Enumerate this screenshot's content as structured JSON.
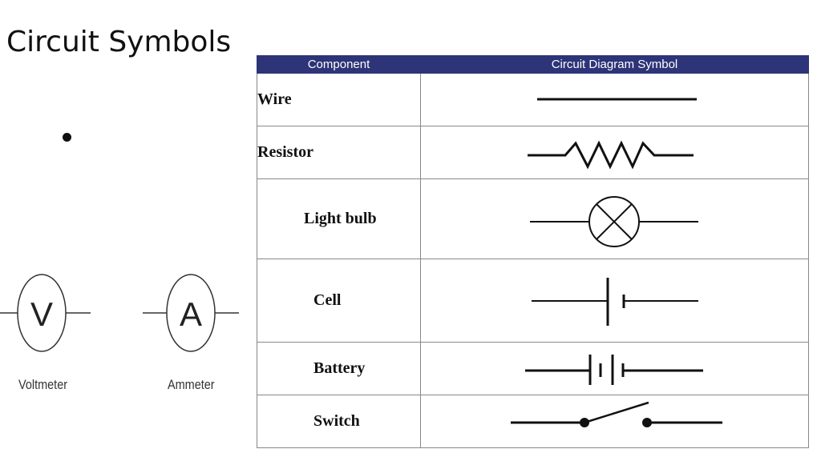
{
  "slide": {
    "title": "Circuit Symbols"
  },
  "meters": [
    {
      "letter": "V",
      "label": "Voltmeter",
      "icon": "voltmeter-icon"
    },
    {
      "letter": "A",
      "label": "Ammeter",
      "icon": "ammeter-icon"
    }
  ],
  "table": {
    "headers": [
      "Component",
      "Circuit Diagram Symbol"
    ],
    "rows": [
      {
        "component": "Wire",
        "symbol": "wire-symbol-icon"
      },
      {
        "component": "Resistor",
        "symbol": "resistor-symbol-icon"
      },
      {
        "component": "Light bulb",
        "symbol": "light-bulb-symbol-icon"
      },
      {
        "component": "Cell",
        "symbol": "cell-symbol-icon"
      },
      {
        "component": "Battery",
        "symbol": "battery-symbol-icon"
      },
      {
        "component": "Switch",
        "symbol": "switch-symbol-icon"
      }
    ]
  },
  "colors": {
    "header_bg": "#2e3478",
    "header_text": "#ffffff",
    "grid": "#888888"
  }
}
